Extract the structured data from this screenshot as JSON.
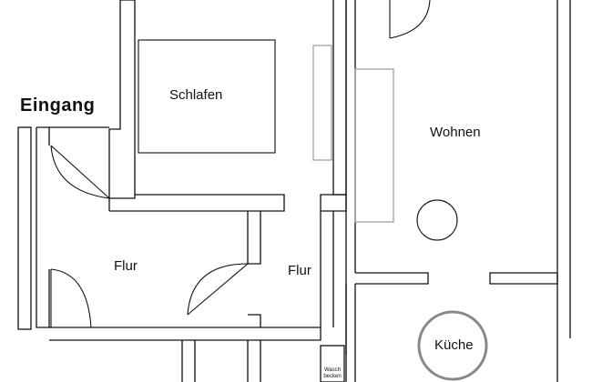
{
  "plan": {
    "entrance_label": "Eingang",
    "rooms": {
      "schlafen": "Schlafen",
      "wohnen": "Wohnen",
      "flur_left": "Flur",
      "flur_right": "Flur",
      "kueche": "Küche"
    },
    "fixture_label": "Wasch becken"
  },
  "colors": {
    "wall": "#111111",
    "background": "#ffffff",
    "kitchen_circle": "#888888",
    "furniture": "#999999"
  }
}
